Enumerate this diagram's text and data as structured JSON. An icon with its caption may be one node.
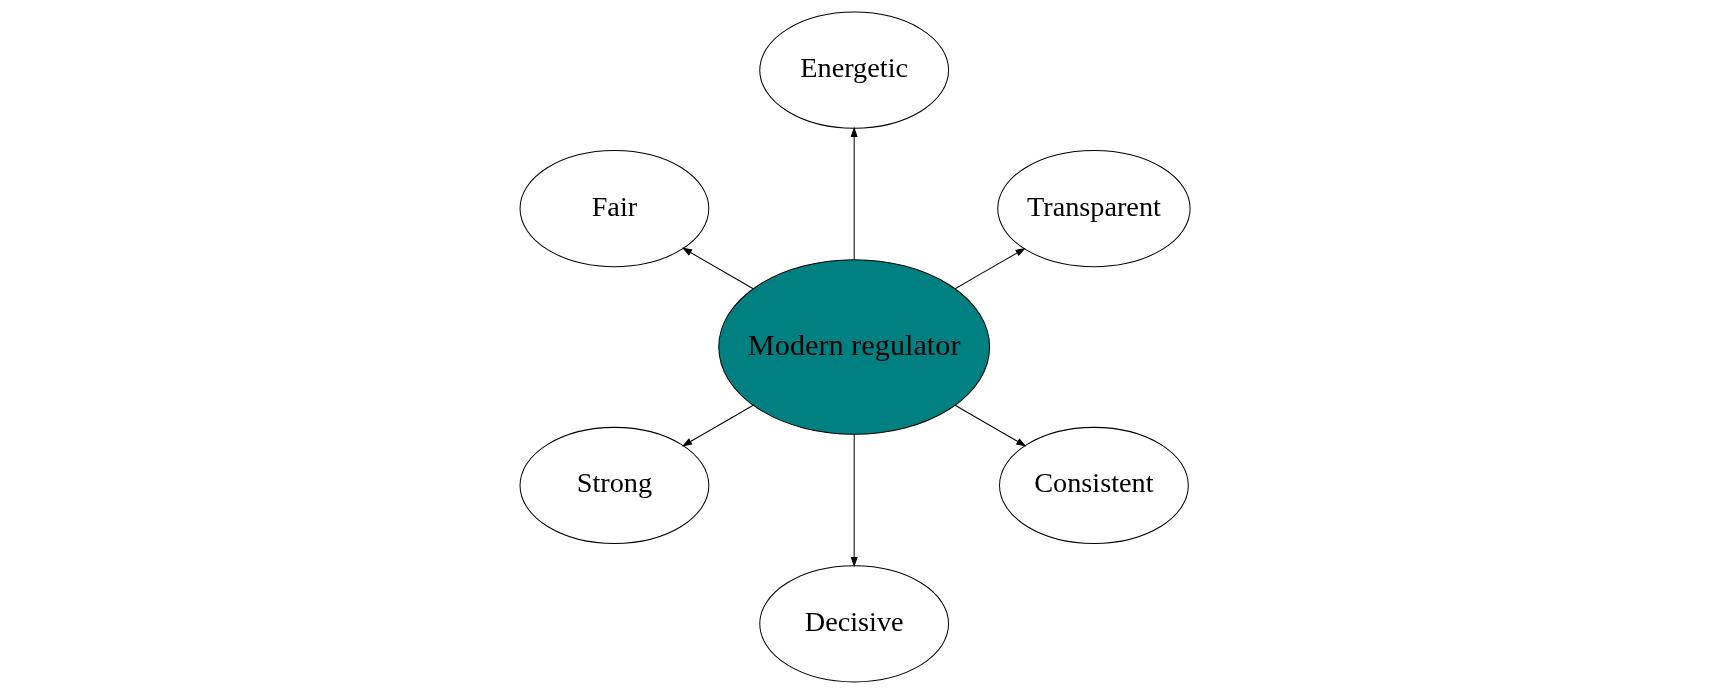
{
  "diagram": {
    "nodes": [
      {
        "text": [
          "Transparent"
        ]
      },
      {
        "text": [
          "Energetic"
        ]
      },
      {
        "text": [
          "Fair"
        ]
      },
      {
        "text": [
          "Modern regulator"
        ]
      },
      {
        "text": [
          "Strong"
        ]
      },
      {
        "text": [
          "Decisive"
        ]
      },
      {
        "text": [
          "Consistent"
        ]
      }
    ],
    "edges": [
      {
        "from": 3,
        "to": 0,
        "arrow": "to"
      },
      {
        "from": 3,
        "to": 1,
        "arrow": "to"
      },
      {
        "from": 3,
        "to": 2,
        "arrow": "to"
      },
      {
        "from": 3,
        "to": 4,
        "arrow": "to"
      },
      {
        "from": 3,
        "to": 5,
        "arrow": "to"
      },
      {
        "from": 3,
        "to": 6,
        "arrow": "to"
      }
    ]
  }
}
